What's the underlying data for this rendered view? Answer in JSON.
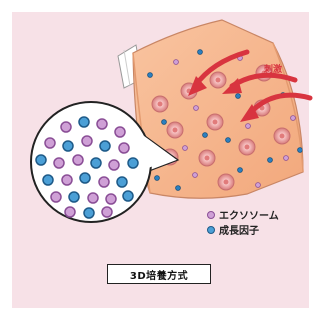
{
  "stimulus_label": "刺激",
  "legend": {
    "exosome_label": "エクソソーム",
    "growth_factor_label": "成長因子"
  },
  "method_label": "3D培養方式",
  "colors": {
    "background": "#f7e1e7",
    "flask": "#f6b489",
    "arrow": "#d8343f",
    "exosome": "#cfa0d6",
    "growth_factor": "#4b9fd6"
  }
}
